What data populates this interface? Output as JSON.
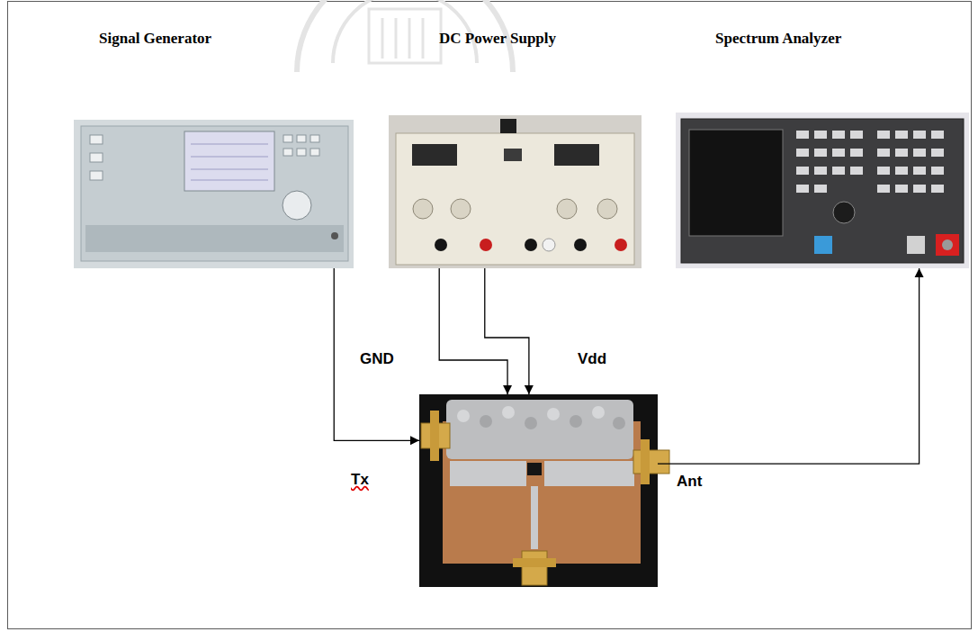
{
  "diagram": {
    "nodes": [
      {
        "text": [
          "Signal Generator"
        ]
      },
      {
        "text": [
          "DC Power Supply"
        ]
      },
      {
        "text": [
          "Spectrum Analyzer"
        ]
      },
      {
        "text": [
          "Tx",
          "Ant"
        ]
      }
    ],
    "edges": [
      {
        "from": 0,
        "to": 3,
        "arrow": "to"
      },
      {
        "from": 1,
        "to": 3,
        "label": "GND",
        "arrow": "to"
      },
      {
        "from": 1,
        "to": 3,
        "label": "Vdd",
        "arrow": "to"
      },
      {
        "from": 3,
        "to": 2,
        "arrow": "to"
      }
    ]
  }
}
